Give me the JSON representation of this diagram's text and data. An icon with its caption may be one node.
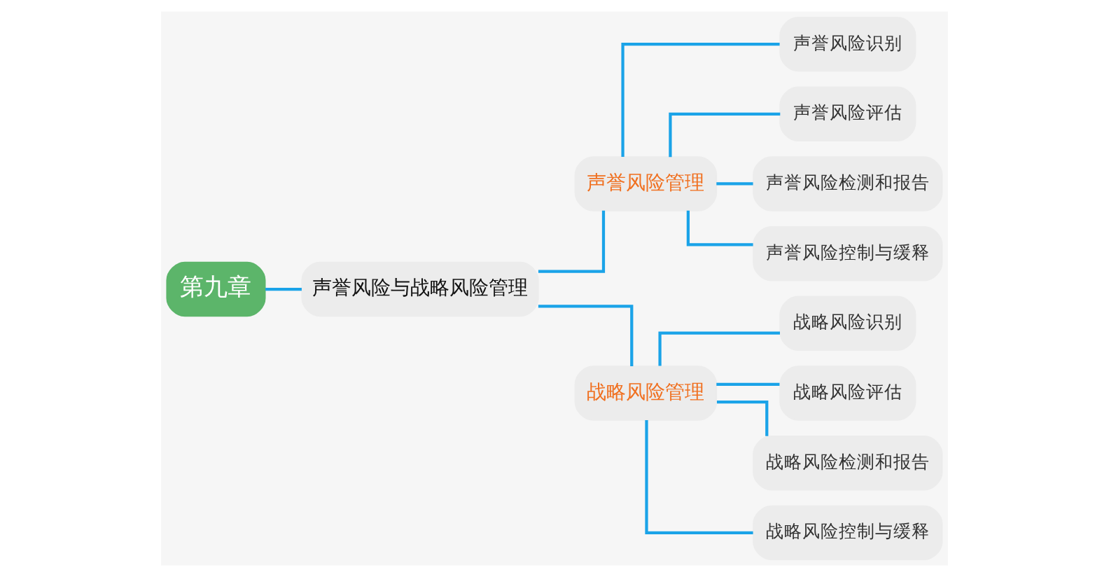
{
  "diagram": {
    "nodes": [
      {
        "text": [
          "第九章"
        ]
      },
      {
        "text": [
          "声誉风险与战略风险管理"
        ]
      },
      {
        "text": [
          "声誉风险管理"
        ]
      },
      {
        "text": [
          "声誉风险识别"
        ]
      },
      {
        "text": [
          "声誉风险评估"
        ]
      },
      {
        "text": [
          "声誉风险检测和报告"
        ]
      },
      {
        "text": [
          "声誉风险控制与缓释"
        ]
      },
      {
        "text": [
          "战略风险管理"
        ]
      },
      {
        "text": [
          "战略风险识别"
        ]
      },
      {
        "text": [
          "战略风险评估"
        ]
      },
      {
        "text": [
          "战略风险检测和报告"
        ]
      },
      {
        "text": [
          "战略风险控制与缓释"
        ]
      }
    ],
    "edges": [
      {
        "from": 0,
        "to": 1,
        "arrow": "none"
      },
      {
        "from": 1,
        "to": 2,
        "arrow": "none"
      },
      {
        "from": 1,
        "to": 7,
        "arrow": "none"
      },
      {
        "from": 2,
        "to": 3,
        "arrow": "none"
      },
      {
        "from": 2,
        "to": 4,
        "arrow": "none"
      },
      {
        "from": 2,
        "to": 5,
        "arrow": "none"
      },
      {
        "from": 2,
        "to": 6,
        "arrow": "none"
      },
      {
        "from": 7,
        "to": 8,
        "arrow": "none"
      },
      {
        "from": 7,
        "to": 9,
        "arrow": "none"
      },
      {
        "from": 7,
        "to": 10,
        "arrow": "none"
      },
      {
        "from": 7,
        "to": 11,
        "arrow": "none"
      }
    ]
  }
}
